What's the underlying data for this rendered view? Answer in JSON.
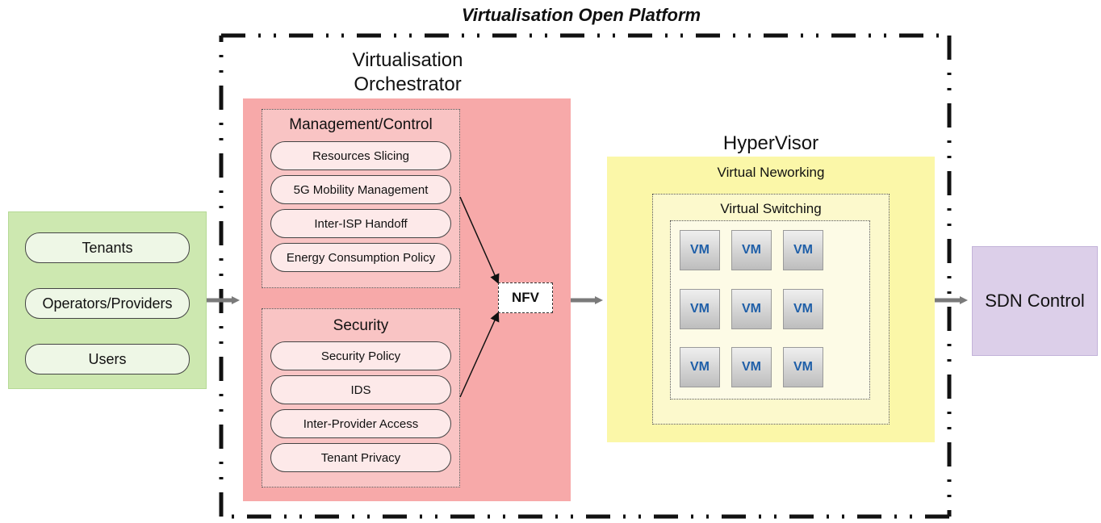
{
  "platform": {
    "title": "Virtualisation Open Platform"
  },
  "stakeholders": {
    "items": [
      "Tenants",
      "Operators/Providers",
      "Users"
    ]
  },
  "orchestrator": {
    "title_line1": "Virtualisation",
    "title_line2": "Orchestrator",
    "management": {
      "title": "Management/Control",
      "items": [
        "Resources Slicing",
        "5G Mobility Management",
        "Inter-ISP Handoff",
        "Energy Consumption Policy"
      ]
    },
    "security": {
      "title": "Security",
      "items": [
        "Security Policy",
        "IDS",
        "Inter-Provider Access",
        "Tenant Privacy"
      ]
    }
  },
  "nfv": {
    "label": "NFV"
  },
  "hypervisor": {
    "title": "HyperVisor",
    "networking_label": "Virtual Neworking",
    "switching_label": "Virtual Switching",
    "vms": [
      "VM",
      "VM",
      "VM",
      "VM",
      "VM",
      "VM",
      "VM",
      "VM",
      "VM"
    ]
  },
  "sdn": {
    "label": "SDN Control"
  },
  "colors": {
    "stakeholders_bg": "#cde8b0",
    "orchestrator_bg": "#f7a9a9",
    "panel_bg": "#f9c4c4",
    "hypervisor_bg": "#fbf7a8",
    "sdn_bg": "#dccfe9",
    "vm_text": "#1f5fa8",
    "arrow": "#7a7a7a"
  }
}
